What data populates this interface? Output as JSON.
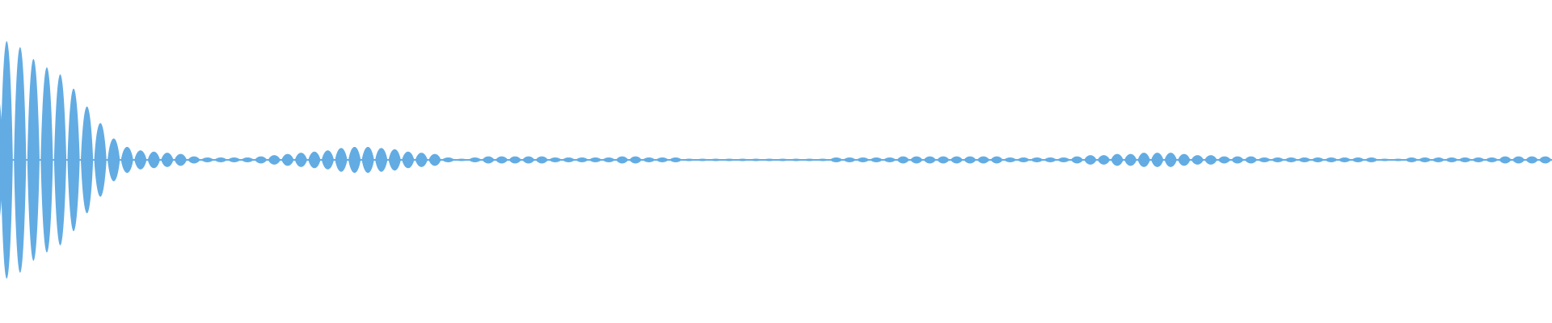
{
  "waveform": {
    "color": "#63ace3",
    "background": "#ffffff",
    "bursts": [
      1.0,
      0.95,
      0.85,
      0.78,
      0.72,
      0.6,
      0.45,
      0.31,
      0.18,
      0.11,
      0.08,
      0.07,
      0.06,
      0.05,
      0.03,
      0.02,
      0.02,
      0.02,
      0.02,
      0.03,
      0.04,
      0.05,
      0.06,
      0.07,
      0.08,
      0.1,
      0.11,
      0.11,
      0.1,
      0.09,
      0.07,
      0.06,
      0.05,
      0.02,
      0.01,
      0.02,
      0.03,
      0.03,
      0.03,
      0.03,
      0.03,
      0.02,
      0.02,
      0.02,
      0.02,
      0.02,
      0.03,
      0.03,
      0.02,
      0.02,
      0.02,
      0.01,
      0.01,
      0.01,
      0.01,
      0.01,
      0.01,
      0.01,
      0.01,
      0.01,
      0.01,
      0.01,
      0.02,
      0.02,
      0.02,
      0.02,
      0.02,
      0.03,
      0.03,
      0.03,
      0.03,
      0.03,
      0.03,
      0.03,
      0.03,
      0.02,
      0.02,
      0.02,
      0.02,
      0.02,
      0.03,
      0.04,
      0.04,
      0.05,
      0.05,
      0.06,
      0.06,
      0.06,
      0.05,
      0.04,
      0.04,
      0.03,
      0.03,
      0.03,
      0.02,
      0.02,
      0.02,
      0.02,
      0.02,
      0.02,
      0.02,
      0.02,
      0.02,
      0.01,
      0.01,
      0.02,
      0.02,
      0.02,
      0.02,
      0.02,
      0.02,
      0.02,
      0.03,
      0.03,
      0.03,
      0.03
    ]
  }
}
